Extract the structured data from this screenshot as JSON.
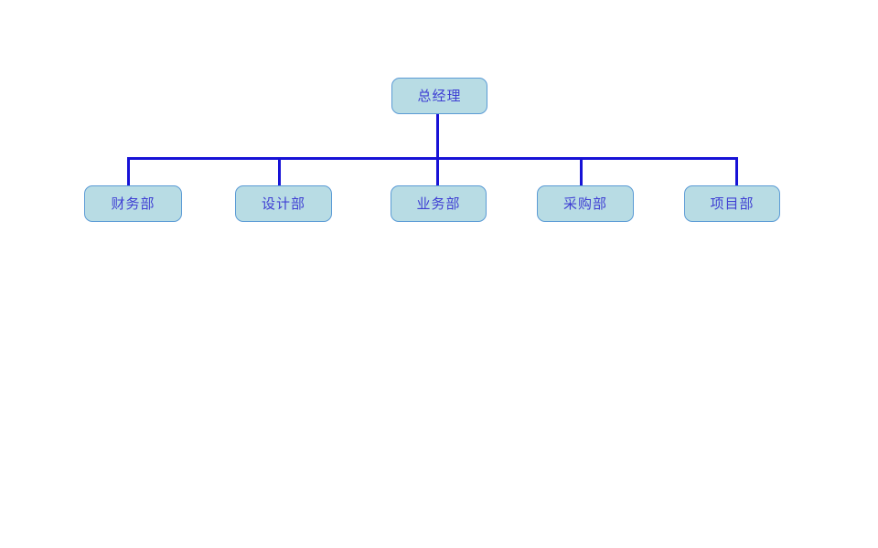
{
  "diagram": {
    "type": "org-chart",
    "root": {
      "label": "总经理"
    },
    "children": [
      {
        "label": "财务部"
      },
      {
        "label": "设计部"
      },
      {
        "label": "业务部"
      },
      {
        "label": "采购部"
      },
      {
        "label": "项目部"
      }
    ],
    "colors": {
      "background": "#ffffff",
      "node_fill": "#b8dce4",
      "node_border": "#5b9bd5",
      "node_text": "#3f3fd3",
      "connector": "#1712d6"
    }
  }
}
